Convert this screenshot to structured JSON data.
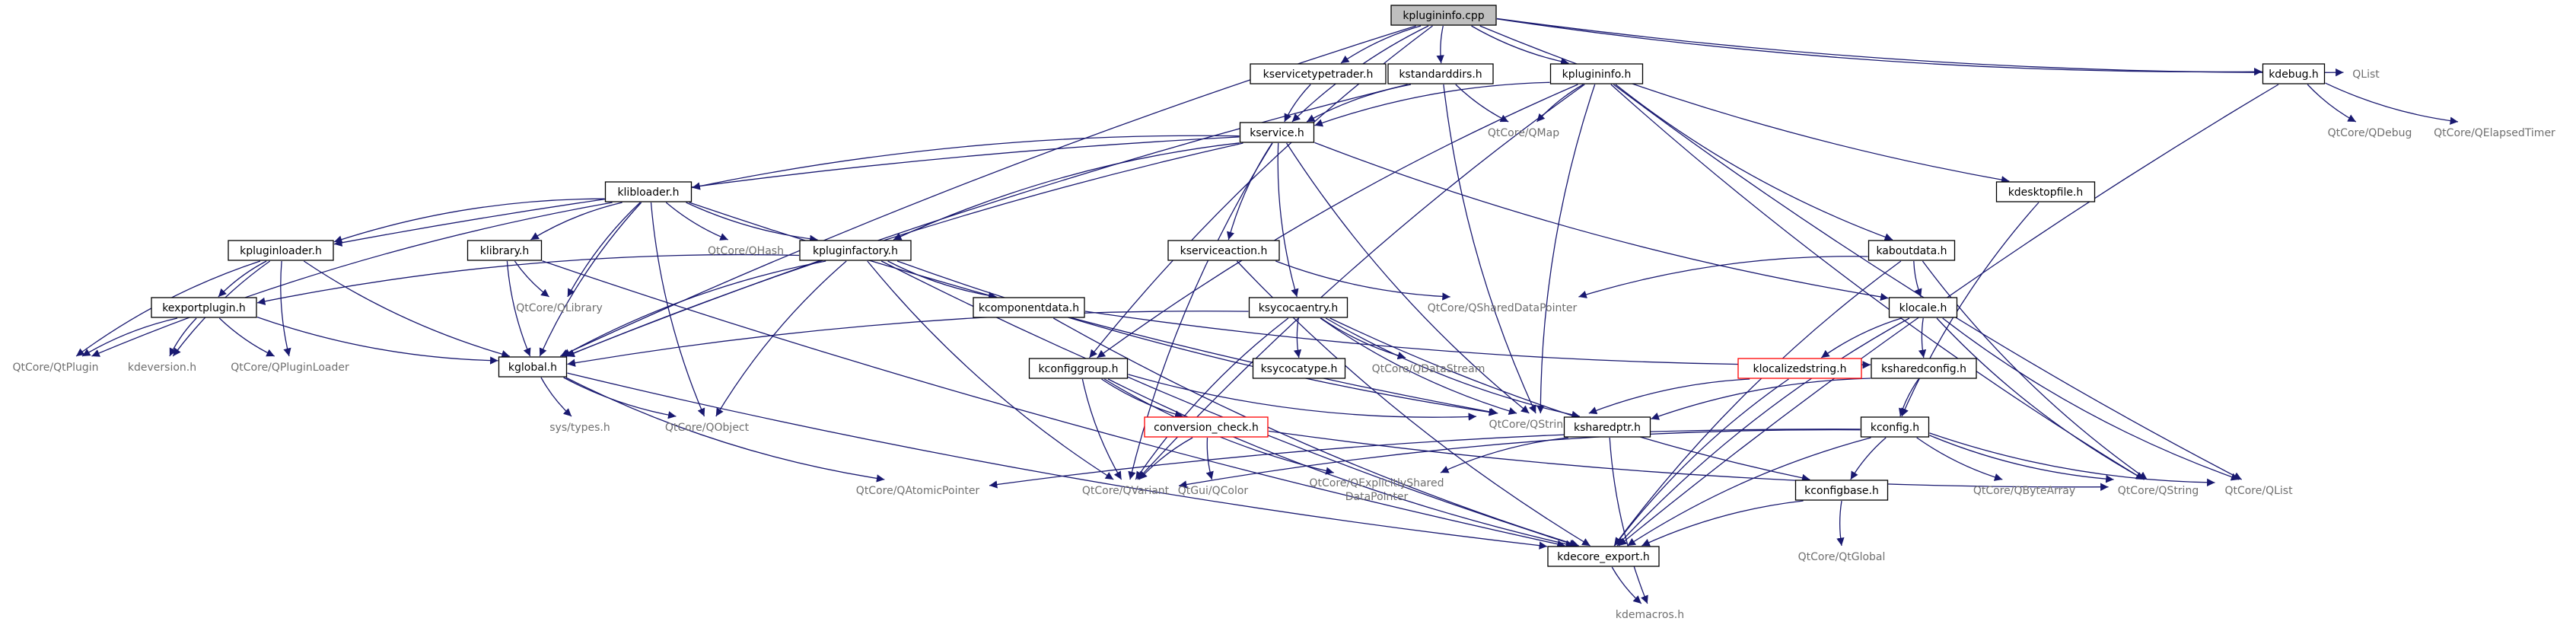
{
  "nodes": [
    {
      "id": "kplugininfo_cpp",
      "label": "kplugininfo.cpp",
      "style": "root"
    },
    {
      "id": "kservicetypetrader_h",
      "label": "kservicetypetrader.h",
      "style": "box"
    },
    {
      "id": "kstandarddirs_h",
      "label": "kstandarddirs.h",
      "style": "box"
    },
    {
      "id": "kplugininfo_h",
      "label": "kplugininfo.h",
      "style": "box"
    },
    {
      "id": "kdebug_h",
      "label": "kdebug.h",
      "style": "box"
    },
    {
      "id": "qlist_plain",
      "label": "QList",
      "style": "plain"
    },
    {
      "id": "kservice_h",
      "label": "kservice.h",
      "style": "box"
    },
    {
      "id": "qtcore_qmap",
      "label": "QtCore/QMap",
      "style": "plain"
    },
    {
      "id": "qtcore_qdebug",
      "label": "QtCore/QDebug",
      "style": "plain"
    },
    {
      "id": "qtcore_qelapsedtimer",
      "label": "QtCore/QElapsedTimer",
      "style": "plain"
    },
    {
      "id": "klibloader_h",
      "label": "klibloader.h",
      "style": "box"
    },
    {
      "id": "kdesktopfile_h",
      "label": "kdesktopfile.h",
      "style": "box"
    },
    {
      "id": "kpluginloader_h",
      "label": "kpluginloader.h",
      "style": "box"
    },
    {
      "id": "klibrary_h",
      "label": "klibrary.h",
      "style": "box"
    },
    {
      "id": "qtcore_qhash",
      "label": "QtCore/QHash",
      "style": "plain"
    },
    {
      "id": "kpluginfactory_h",
      "label": "kpluginfactory.h",
      "style": "box"
    },
    {
      "id": "kserviceaction_h",
      "label": "kserviceaction.h",
      "style": "box"
    },
    {
      "id": "kaboutdata_h",
      "label": "kaboutdata.h",
      "style": "box"
    },
    {
      "id": "qtcore_qlibrary",
      "label": "QtCore/QLibrary",
      "style": "plain"
    },
    {
      "id": "kexportplugin_h",
      "label": "kexportplugin.h",
      "style": "box"
    },
    {
      "id": "kcomponentdata_h",
      "label": "kcomponentdata.h",
      "style": "box"
    },
    {
      "id": "ksycocaentry_h",
      "label": "ksycocaentry.h",
      "style": "box"
    },
    {
      "id": "qtcore_qshareddatapointer",
      "label": "QtCore/QSharedDataPointer",
      "style": "plain"
    },
    {
      "id": "klocale_h",
      "label": "klocale.h",
      "style": "box"
    },
    {
      "id": "qtcore_qtplugin",
      "label": "QtCore/QtPlugin",
      "style": "plain"
    },
    {
      "id": "kdeversion_h",
      "label": "kdeversion.h",
      "style": "plain"
    },
    {
      "id": "qtcore_qpluginloader",
      "label": "QtCore/QPluginLoader",
      "style": "plain"
    },
    {
      "id": "kglobal_h",
      "label": "kglobal.h",
      "style": "box"
    },
    {
      "id": "kconfiggroup_h",
      "label": "kconfiggroup.h",
      "style": "box"
    },
    {
      "id": "ksycocatype_h",
      "label": "ksycocatype.h",
      "style": "box"
    },
    {
      "id": "qtcore_qdatastream",
      "label": "QtCore/QDataStream",
      "style": "plain"
    },
    {
      "id": "klocalizedstring_h",
      "label": "klocalizedstring.h",
      "style": "red"
    },
    {
      "id": "ksharedconfig_h",
      "label": "ksharedconfig.h",
      "style": "box"
    },
    {
      "id": "sys_types_h",
      "label": "sys/types.h",
      "style": "plain"
    },
    {
      "id": "qtcore_qobject",
      "label": "QtCore/QObject",
      "style": "plain"
    },
    {
      "id": "conversion_check_h",
      "label": "conversion_check.h",
      "style": "red"
    },
    {
      "id": "qtcore_qstringlist",
      "label": "QtCore/QStringList",
      "style": "plain"
    },
    {
      "id": "ksharedptr_h",
      "label": "ksharedptr.h",
      "style": "box"
    },
    {
      "id": "kconfig_h",
      "label": "kconfig.h",
      "style": "box"
    },
    {
      "id": "qtcore_qatomicpointer",
      "label": "QtCore/QAtomicPointer",
      "style": "plain"
    },
    {
      "id": "qtcore_qvariant",
      "label": "QtCore/QVariant",
      "style": "plain"
    },
    {
      "id": "qtgui_qcolor",
      "label": "QtGui/QColor",
      "style": "plain"
    },
    {
      "id": "qtcore_qexplicitlyshareddatapointer",
      "label": "QtCore/QExplicitlyShared",
      "label2": "DataPointer",
      "style": "plain"
    },
    {
      "id": "kconfigbase_h",
      "label": "kconfigbase.h",
      "style": "box"
    },
    {
      "id": "qtcore_qbytearray",
      "label": "QtCore/QByteArray",
      "style": "plain"
    },
    {
      "id": "qtcore_qstring",
      "label": "QtCore/QString",
      "style": "plain"
    },
    {
      "id": "qtcore_qlist",
      "label": "QtCore/QList",
      "style": "plain"
    },
    {
      "id": "kdecore_export_h",
      "label": "kdecore_export.h",
      "style": "box"
    },
    {
      "id": "qtcore_qtglobal",
      "label": "QtCore/QtGlobal",
      "style": "plain"
    },
    {
      "id": "kdemacros_h",
      "label": "kdemacros.h",
      "style": "plain"
    }
  ],
  "edges": [
    [
      "kplugininfo_cpp",
      "kservicetypetrader_h"
    ],
    [
      "kplugininfo_cpp",
      "kstandarddirs_h"
    ],
    [
      "kplugininfo_cpp",
      "kplugininfo_h"
    ],
    [
      "kplugininfo_cpp",
      "kdebug_h"
    ],
    [
      "kplugininfo_cpp",
      "qlist_plain"
    ],
    [
      "kplugininfo_cpp",
      "kservice_h"
    ],
    [
      "kplugininfo_cpp",
      "kglobal_h"
    ],
    [
      "kplugininfo_cpp",
      "kconfiggroup_h"
    ],
    [
      "kplugininfo_cpp",
      "kdesktopfile_h"
    ],
    [
      "kservicetypetrader_h",
      "kservice_h"
    ],
    [
      "kstandarddirs_h",
      "kservice_h"
    ],
    [
      "kstandarddirs_h",
      "qtcore_qmap"
    ],
    [
      "kstandarddirs_h",
      "qtcore_qstringlist"
    ],
    [
      "kstandarddirs_h",
      "kglobal_h"
    ],
    [
      "kplugininfo_h",
      "kservice_h"
    ],
    [
      "kplugininfo_h",
      "qtcore_qmap"
    ],
    [
      "kplugininfo_h",
      "kaboutdata_h"
    ],
    [
      "kplugininfo_h",
      "qtcore_qstring"
    ],
    [
      "kplugininfo_h",
      "qtcore_qlist"
    ],
    [
      "kplugininfo_h",
      "kconfiggroup_h"
    ],
    [
      "kplugininfo_h",
      "qtcore_qstringlist"
    ],
    [
      "kplugininfo_h",
      "qtcore_qvariant"
    ],
    [
      "kdebug_h",
      "qtcore_qdebug"
    ],
    [
      "kdebug_h",
      "qtcore_qelapsedtimer"
    ],
    [
      "kdebug_h",
      "kdecore_export_h"
    ],
    [
      "kservice_h",
      "klibloader_h"
    ],
    [
      "kservice_h",
      "kpluginloader_h"
    ],
    [
      "kservice_h",
      "kpluginfactory_h"
    ],
    [
      "kservice_h",
      "kserviceaction_h"
    ],
    [
      "kservice_h",
      "ksycocaentry_h"
    ],
    [
      "kservice_h",
      "klocale_h"
    ],
    [
      "kservice_h",
      "qtcore_qstringlist"
    ],
    [
      "kservice_h",
      "qtcore_qvariant"
    ],
    [
      "kservice_h",
      "kglobal_h"
    ],
    [
      "klibloader_h",
      "kpluginloader_h"
    ],
    [
      "klibloader_h",
      "klibrary_h"
    ],
    [
      "klibloader_h",
      "qtcore_qhash"
    ],
    [
      "klibloader_h",
      "kpluginfactory_h"
    ],
    [
      "klibloader_h",
      "qtcore_qlibrary"
    ],
    [
      "klibloader_h",
      "qtcore_qtplugin"
    ],
    [
      "klibloader_h",
      "kglobal_h"
    ],
    [
      "klibloader_h",
      "qtcore_qobject"
    ],
    [
      "klibloader_h",
      "qtcore_qstringlist"
    ],
    [
      "kpluginloader_h",
      "kexportplugin_h"
    ],
    [
      "kpluginloader_h",
      "qtcore_qpluginloader"
    ],
    [
      "kpluginloader_h",
      "qtcore_qtplugin"
    ],
    [
      "kpluginloader_h",
      "kglobal_h"
    ],
    [
      "kpluginloader_h",
      "kdeversion_h"
    ],
    [
      "klibrary_h",
      "qtcore_qlibrary"
    ],
    [
      "klibrary_h",
      "kglobal_h"
    ],
    [
      "klibrary_h",
      "kdecore_export_h"
    ],
    [
      "kpluginfactory_h",
      "kexportplugin_h"
    ],
    [
      "kpluginfactory_h",
      "kcomponentdata_h"
    ],
    [
      "kpluginfactory_h",
      "qtcore_qobject"
    ],
    [
      "kpluginfactory_h",
      "qtcore_qvariant"
    ],
    [
      "kpluginfactory_h",
      "qtcore_qstringlist"
    ],
    [
      "kpluginfactory_h",
      "kglobal_h"
    ],
    [
      "kpluginfactory_h",
      "kdecore_export_h"
    ],
    [
      "kserviceaction_h",
      "qtcore_qshareddatapointer"
    ],
    [
      "kserviceaction_h",
      "kdecore_export_h"
    ],
    [
      "kexportplugin_h",
      "qtcore_qpluginloader"
    ],
    [
      "kexportplugin_h",
      "qtcore_qtplugin"
    ],
    [
      "kexportplugin_h",
      "kdeversion_h"
    ],
    [
      "kexportplugin_h",
      "kglobal_h"
    ],
    [
      "kcomponentdata_h",
      "ksharedconfig_h"
    ],
    [
      "kcomponentdata_h",
      "kdecore_export_h"
    ],
    [
      "ksycocaentry_h",
      "ksycocatype_h"
    ],
    [
      "ksycocaentry_h",
      "qtcore_qdatastream"
    ],
    [
      "ksycocaentry_h",
      "qtcore_qstringlist"
    ],
    [
      "ksycocaentry_h",
      "ksharedptr_h"
    ],
    [
      "ksycocaentry_h",
      "qtcore_qvariant"
    ],
    [
      "ksycocaentry_h",
      "kglobal_h"
    ],
    [
      "ksycocaentry_h",
      "kconfigbase_h"
    ],
    [
      "kaboutdata_h",
      "klocale_h"
    ],
    [
      "kaboutdata_h",
      "qtcore_qshareddatapointer"
    ],
    [
      "kaboutdata_h",
      "qtcore_qstring"
    ],
    [
      "kaboutdata_h",
      "kdecore_export_h"
    ],
    [
      "klocale_h",
      "klocalizedstring_h"
    ],
    [
      "klocale_h",
      "ksharedconfig_h"
    ],
    [
      "klocale_h",
      "qtcore_qstring"
    ],
    [
      "klocale_h",
      "qtcore_qlist"
    ],
    [
      "klocale_h",
      "kdecore_export_h"
    ],
    [
      "kdesktopfile_h",
      "kconfig_h"
    ],
    [
      "kglobal_h",
      "sys_types_h"
    ],
    [
      "kglobal_h",
      "qtcore_qobject"
    ],
    [
      "kglobal_h",
      "qtcore_qatomicpointer"
    ],
    [
      "kglobal_h",
      "kdecore_export_h"
    ],
    [
      "kconfiggroup_h",
      "conversion_check_h"
    ],
    [
      "kconfiggroup_h",
      "qtcore_qvariant"
    ],
    [
      "kconfiggroup_h",
      "qtcore_qstringlist"
    ],
    [
      "kconfiggroup_h",
      "qtcore_qexplicitlyshareddatapointer"
    ],
    [
      "kconfiggroup_h",
      "kdecore_export_h"
    ],
    [
      "klocalizedstring_h",
      "qtcore_qstringlist"
    ],
    [
      "klocalizedstring_h",
      "kdecore_export_h"
    ],
    [
      "ksharedconfig_h",
      "kconfig_h"
    ],
    [
      "ksharedconfig_h",
      "ksharedptr_h"
    ],
    [
      "conversion_check_h",
      "qtgui_qcolor"
    ],
    [
      "conversion_check_h",
      "qtcore_qvariant"
    ],
    [
      "conversion_check_h",
      "qtcore_qstring"
    ],
    [
      "ksharedptr_h",
      "qtcore_qexplicitlyshareddatapointer"
    ],
    [
      "ksharedptr_h",
      "kdemacros_h"
    ],
    [
      "kconfig_h",
      "kconfigbase_h"
    ],
    [
      "kconfig_h",
      "qtcore_qbytearray"
    ],
    [
      "kconfig_h",
      "qtcore_qstring"
    ],
    [
      "kconfig_h",
      "qtcore_qlist"
    ],
    [
      "kconfig_h",
      "qtcore_qvariant"
    ],
    [
      "kconfig_h",
      "kdecore_export_h"
    ],
    [
      "kconfig_h",
      "qtcore_qatomicpointer"
    ],
    [
      "kconfigbase_h",
      "qtcore_qtglobal"
    ],
    [
      "kconfigbase_h",
      "kdecore_export_h"
    ],
    [
      "kdecore_export_h",
      "kdemacros_h"
    ]
  ]
}
